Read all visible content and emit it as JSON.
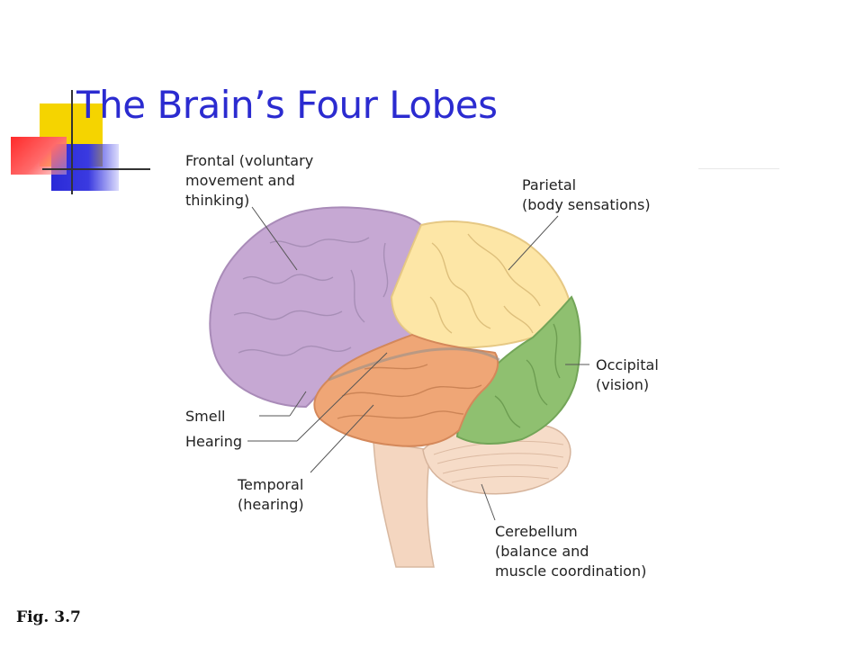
{
  "slide": {
    "title": "The Brain’s Four Lobes",
    "caption": "Fig. 3.7"
  },
  "colors": {
    "title": "#2b2bd0",
    "frontal": "#c6a8d3",
    "parietal": "#fde6a6",
    "temporal": "#efa676",
    "occipital": "#8fc070",
    "cerebellum": "#f6dcc8",
    "brainstem": "#f4d6c0"
  },
  "labels": {
    "frontal": "Frontal (voluntary\nmovement and\nthinking)",
    "parietal": "Parietal\n(body sensations)",
    "occipital": "Occipital\n(vision)",
    "smell": "Smell",
    "hearing": "Hearing",
    "temporal": "Temporal\n(hearing)",
    "cerebellum": "Cerebellum\n(balance and\nmuscle coordination)"
  }
}
